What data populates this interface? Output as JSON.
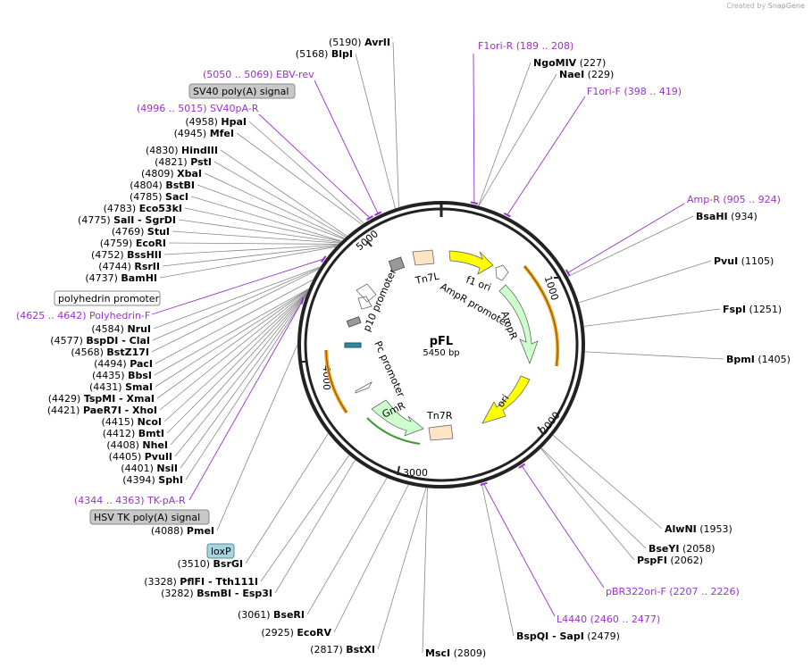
{
  "credit": {
    "prefix": "Created by",
    "brand": "SnapGene"
  },
  "plasmid": {
    "name": "pFL",
    "size_label": "5450 bp",
    "length": 5450
  },
  "ticks": [
    "1000",
    "2000",
    "3000",
    "4000",
    "5000"
  ],
  "features": [
    {
      "label": "f1 ori",
      "color": "#ffff00"
    },
    {
      "label": "AmpR promoter",
      "color": "#ffffff"
    },
    {
      "label": "AmpR",
      "color": "#ccffcc"
    },
    {
      "label": "ori",
      "color": "#ffff00"
    },
    {
      "label": "Tn7R",
      "color": "#ffe4c4"
    },
    {
      "label": "GmR",
      "color": "#ccffcc"
    },
    {
      "label": "Pc promoter",
      "color": "#ffffff"
    },
    {
      "label": "p10 promoter",
      "color": "#ffffff"
    },
    {
      "label": "Tn7L",
      "color": "#ffe4c4"
    }
  ],
  "sites_left": [
    {
      "pos": "(5190)",
      "name": "AvrII"
    },
    {
      "pos": "(5168)",
      "name": "BlpI"
    },
    {
      "pos": "(4958)",
      "name": "HpaI"
    },
    {
      "pos": "(4945)",
      "name": "MfeI"
    },
    {
      "pos": "(4830)",
      "name": "HindIII"
    },
    {
      "pos": "(4821)",
      "name": "PstI"
    },
    {
      "pos": "(4809)",
      "name": "XbaI"
    },
    {
      "pos": "(4804)",
      "name": "BstBI"
    },
    {
      "pos": "(4785)",
      "name": "SacI"
    },
    {
      "pos": "(4783)",
      "name": "Eco53kI"
    },
    {
      "pos": "(4775)",
      "name": "SalI  - SgrDI"
    },
    {
      "pos": "(4769)",
      "name": "StuI"
    },
    {
      "pos": "(4759)",
      "name": "EcoRI"
    },
    {
      "pos": "(4752)",
      "name": "BssHII"
    },
    {
      "pos": "(4744)",
      "name": "RsrII"
    },
    {
      "pos": "(4737)",
      "name": "BamHI"
    },
    {
      "pos": "(4584)",
      "name": "NruI"
    },
    {
      "pos": "(4577)",
      "name": "BspDI  - ClaI"
    },
    {
      "pos": "(4568)",
      "name": "BstZ17I"
    },
    {
      "pos": "(4494)",
      "name": "PacI"
    },
    {
      "pos": "(4435)",
      "name": "BbsI"
    },
    {
      "pos": "(4431)",
      "name": "SmaI"
    },
    {
      "pos": "(4429)",
      "name": "TspMI  - XmaI"
    },
    {
      "pos": "(4421)",
      "name": "PaeR7I  - XhoI"
    },
    {
      "pos": "(4415)",
      "name": "NcoI"
    },
    {
      "pos": "(4412)",
      "name": "BmtI"
    },
    {
      "pos": "(4408)",
      "name": "NheI"
    },
    {
      "pos": "(4405)",
      "name": "PvuII"
    },
    {
      "pos": "(4401)",
      "name": "NsiI"
    },
    {
      "pos": "(4394)",
      "name": "SphI"
    },
    {
      "pos": "(4088)",
      "name": "PmeI"
    },
    {
      "pos": "(3510)",
      "name": "BsrGI"
    },
    {
      "pos": "(3328)",
      "name": "PflFI  - Tth111I"
    },
    {
      "pos": "(3282)",
      "name": "BsmBI  - Esp3I"
    },
    {
      "pos": "(3061)",
      "name": "BseRI"
    },
    {
      "pos": "(2925)",
      "name": "EcoRV"
    },
    {
      "pos": "(2817)",
      "name": "BstXI"
    }
  ],
  "sites_right": [
    {
      "name": "NgoMIV",
      "pos": "(227)"
    },
    {
      "name": "NaeI",
      "pos": "(229)"
    },
    {
      "name": "BsaHI",
      "pos": "(934)"
    },
    {
      "name": "PvuI",
      "pos": "(1105)"
    },
    {
      "name": "FspI",
      "pos": "(1251)"
    },
    {
      "name": "BpmI",
      "pos": "(1405)"
    },
    {
      "name": "AlwNI",
      "pos": "(1953)"
    },
    {
      "name": "BseYI",
      "pos": "(2058)"
    },
    {
      "name": "PspFI",
      "pos": "(2062)"
    },
    {
      "name": "BspQI  - SapI",
      "pos": "(2479)"
    },
    {
      "name": "MscI",
      "pos": "(2809)"
    }
  ],
  "primers": [
    {
      "text": "(5050 .. 5069)  EBV-rev"
    },
    {
      "text": "(4996 .. 5015)  SV40pA-R"
    },
    {
      "text": "(4625 .. 4642)  Polyhedrin-F"
    },
    {
      "text": "(4344 .. 4363)  TK-pA-R"
    },
    {
      "text": "F1ori-R    (189 .. 208)"
    },
    {
      "text": "F1ori-F    (398 .. 419)"
    },
    {
      "text": "Amp-R     (905 .. 924)"
    },
    {
      "text": "pBR322ori-F    (2207 .. 2226)"
    },
    {
      "text": "L4440    (2460 .. 2477)"
    }
  ],
  "boxes": [
    {
      "text": "SV40 poly(A) signal"
    },
    {
      "text": "polyhedrin promoter"
    },
    {
      "text": "HSV TK poly(A) signal"
    },
    {
      "text": "loxP"
    }
  ],
  "colors": {
    "primer": "#9b30d0",
    "line": "#888888",
    "backbone": "#222222"
  }
}
